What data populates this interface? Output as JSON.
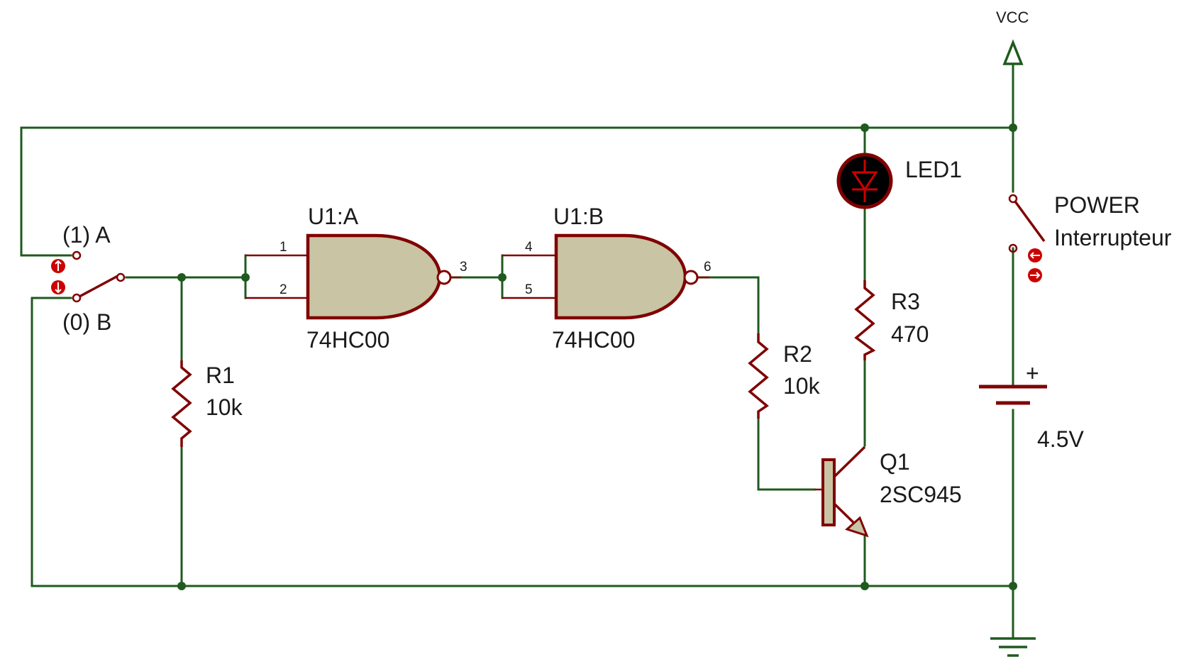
{
  "switch_sel": {
    "pos_a_label": "(1) A",
    "pos_b_label": "(0) B"
  },
  "gates": [
    {
      "ref": "U1:A",
      "part": "74HC00",
      "pins": [
        "1",
        "2",
        "3"
      ]
    },
    {
      "ref": "U1:B",
      "part": "74HC00",
      "pins": [
        "4",
        "5",
        "6"
      ]
    }
  ],
  "resistors": [
    {
      "ref": "R1",
      "value": "10k"
    },
    {
      "ref": "R2",
      "value": "10k"
    },
    {
      "ref": "R3",
      "value": "470"
    }
  ],
  "led": {
    "ref": "LED1"
  },
  "transistor": {
    "ref": "Q1",
    "part": "2SC945"
  },
  "power_switch": {
    "ref": "POWER",
    "part": "Interrupteur"
  },
  "battery": {
    "value": "4.5V",
    "polarity": "+"
  },
  "rail": {
    "label": "VCC"
  },
  "colors": {
    "wire": "#1f5a1f",
    "component": "#800000",
    "gate_fill": "#c8c4a4",
    "indicator": "#cc0000"
  }
}
